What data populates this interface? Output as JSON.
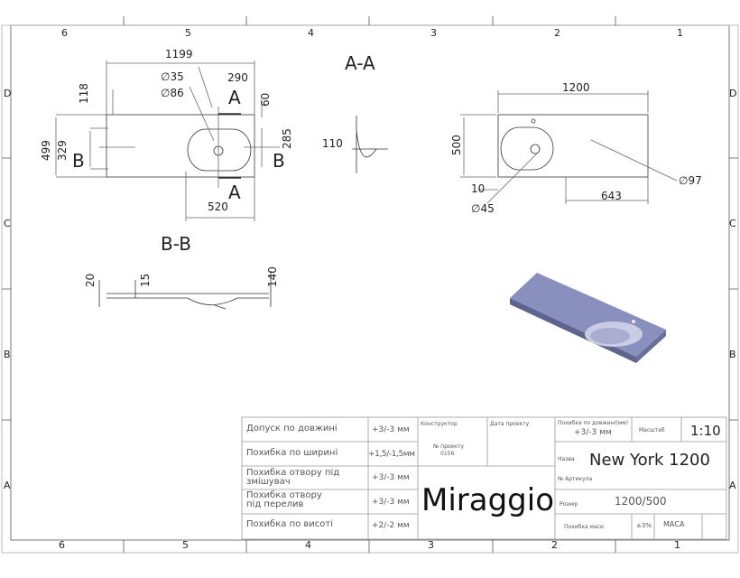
{
  "frame": {
    "columns": [
      "6",
      "5",
      "4",
      "3",
      "2",
      "1"
    ],
    "rows": [
      "D",
      "C",
      "B",
      "A"
    ]
  },
  "views": {
    "plan": {
      "dims": {
        "length": "1199",
        "hole_small": "∅35",
        "hole_large": "∅86",
        "offset_right": "290",
        "top_offset": "118",
        "right_offset": "60",
        "width": "499",
        "bowl_width": "329",
        "bowl_depth": "285",
        "bowl_length": "520"
      },
      "section_a": "A",
      "section_b": "B"
    },
    "section_aa": {
      "title": "A-A",
      "depth": "110"
    },
    "section_bb": {
      "title": "B-B",
      "dims": {
        "thickness": "20",
        "rim": "15",
        "depth": "140"
      }
    },
    "top": {
      "dims": {
        "length": "1200",
        "width": "500",
        "edge": "10",
        "hole": "∅45",
        "distance": "643",
        "drain": "∅97"
      }
    }
  },
  "title_block": {
    "tolerances": [
      {
        "label": "Допуск по довжині",
        "value": "+3/-3 мм"
      },
      {
        "label": "Похибка по ширині",
        "value": "+1,5/-1,5мм"
      },
      {
        "label": "Похибка отвору під змішувач",
        "value": "+3/-3 мм"
      },
      {
        "label": "Похибка отвору під перелив",
        "value": "+3/-3 мм"
      },
      {
        "label": "Похибка по висоті",
        "value": "+2/-2 мм"
      }
    ],
    "designer_label": "Конструктор",
    "date_label": "Дата проекту",
    "project_label": "№ проекту",
    "project_no": "0156",
    "brand": "Miraggio",
    "length_tol_label": "Похибка по довжині(мм)",
    "length_tol_value": "+3/-3 мм",
    "scale_label": "Масштаб",
    "scale": "1:10",
    "name_label": "Назва",
    "name": "New York 1200",
    "article_label": "№ Артикула",
    "size_label": "Розмір",
    "size": "1200/500",
    "mass_tol_label": "Похибка маси",
    "mass_tol": "±3%",
    "mass_label": "МАСА"
  }
}
